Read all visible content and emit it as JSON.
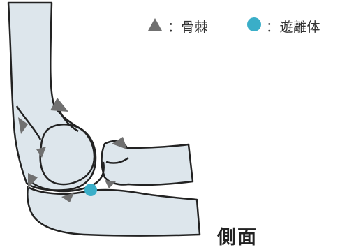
{
  "legend": {
    "bone_spur": {
      "label": "：骨棘",
      "icon": "triangle-marker",
      "color": "#707070"
    },
    "loose_body": {
      "label": "：遊離体",
      "icon": "circle-marker",
      "color": "#3aaec8"
    }
  },
  "caption": "側面",
  "colors": {
    "bone_fill": "#dde6ec",
    "outline": "#222222",
    "spur": "#707070",
    "loose_body": "#3aaec8"
  }
}
